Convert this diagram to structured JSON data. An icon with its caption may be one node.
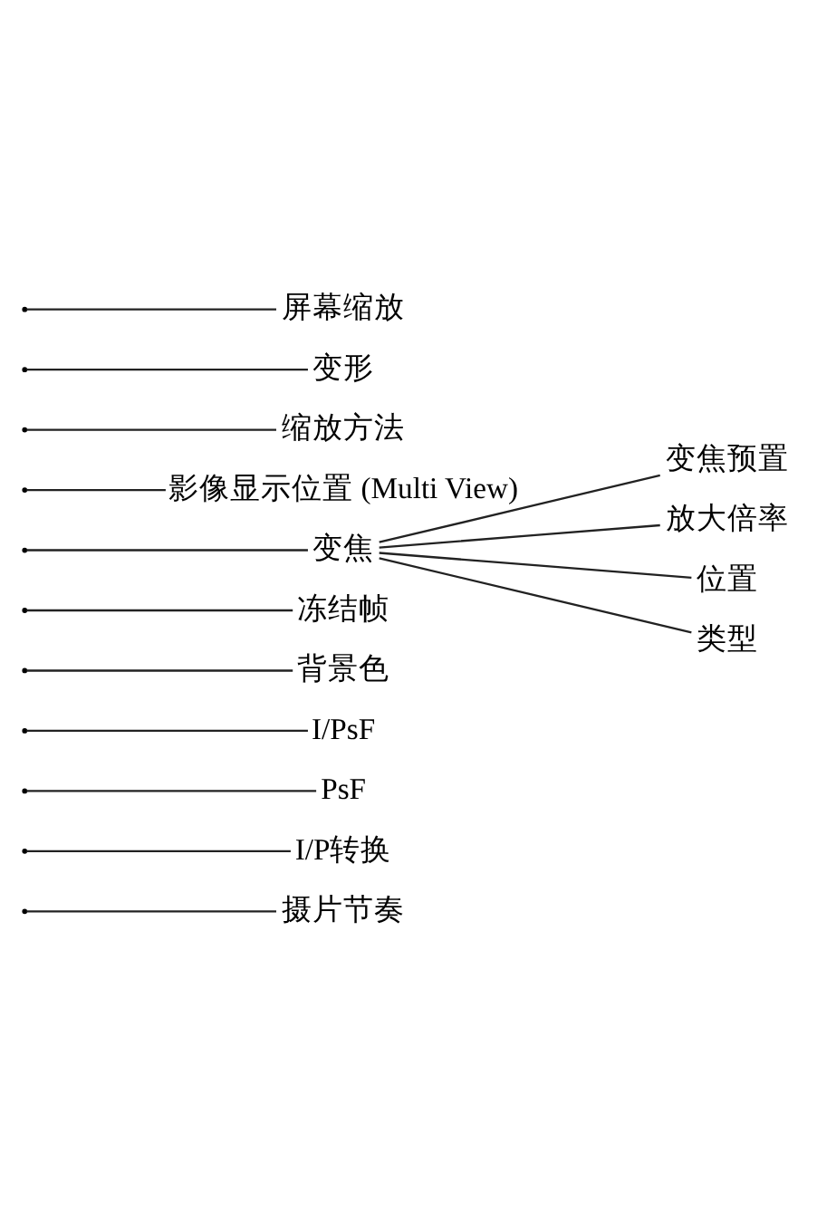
{
  "diagram": {
    "nodes": [
      {
        "text": [
          "屏幕缩放"
        ]
      },
      {
        "text": [
          "变形"
        ]
      },
      {
        "text": [
          "缩放方法"
        ]
      },
      {
        "text": [
          "影像显示位置 (Multi View)"
        ]
      },
      {
        "text": [
          "变焦"
        ]
      },
      {
        "text": [
          "变焦预置"
        ]
      },
      {
        "text": [
          "放大倍率"
        ]
      },
      {
        "text": [
          "位置"
        ]
      },
      {
        "text": [
          "类型"
        ]
      },
      {
        "text": [
          "冻结帧"
        ]
      },
      {
        "text": [
          "背景色"
        ]
      },
      {
        "text": [
          "I/PsF"
        ]
      },
      {
        "text": [
          "PsF"
        ]
      },
      {
        "text": [
          "I/P转换"
        ]
      },
      {
        "text": [
          "摄片节奏"
        ]
      }
    ],
    "edges": [
      {
        "from": null,
        "to": 0,
        "arrow": "none"
      },
      {
        "from": null,
        "to": 1,
        "arrow": "none"
      },
      {
        "from": null,
        "to": 2,
        "arrow": "none"
      },
      {
        "from": null,
        "to": 3,
        "arrow": "none"
      },
      {
        "from": null,
        "to": 4,
        "arrow": "none"
      },
      {
        "from": 4,
        "to": 5,
        "arrow": "none"
      },
      {
        "from": 4,
        "to": 6,
        "arrow": "none"
      },
      {
        "from": 4,
        "to": 7,
        "arrow": "none"
      },
      {
        "from": 4,
        "to": 8,
        "arrow": "none"
      },
      {
        "from": null,
        "to": 9,
        "arrow": "none"
      },
      {
        "from": null,
        "to": 10,
        "arrow": "none"
      },
      {
        "from": null,
        "to": 11,
        "arrow": "none"
      },
      {
        "from": null,
        "to": 12,
        "arrow": "none"
      },
      {
        "from": null,
        "to": 13,
        "arrow": "none"
      },
      {
        "from": null,
        "to": 14,
        "arrow": "none"
      }
    ]
  }
}
